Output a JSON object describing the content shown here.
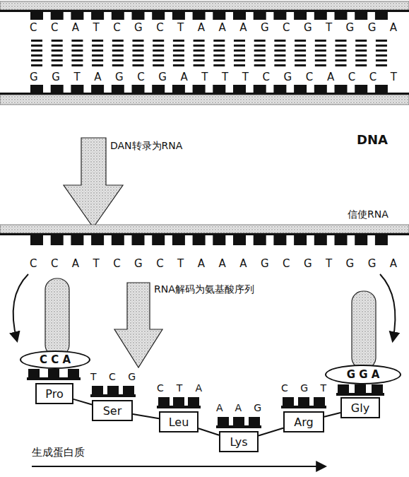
{
  "diagram": {
    "nodes": [
      {
        "text": [
          "C C A"
        ]
      },
      {
        "text": [
          "Pro"
        ]
      },
      {
        "text": [
          "Ser"
        ]
      },
      {
        "text": [
          "Leu"
        ]
      },
      {
        "text": [
          "Lys"
        ]
      },
      {
        "text": [
          "Arg"
        ]
      },
      {
        "text": [
          "G G A"
        ]
      },
      {
        "text": [
          "Gly"
        ]
      }
    ],
    "edges": [
      {
        "from": 1,
        "to": 2,
        "arrow": "none"
      },
      {
        "from": 2,
        "to": 3,
        "arrow": "none"
      },
      {
        "from": 3,
        "to": 4,
        "arrow": "none"
      },
      {
        "from": 4,
        "to": 5,
        "arrow": "none"
      },
      {
        "from": 5,
        "to": 7,
        "arrow": "none"
      }
    ],
    "labels": [
      "C C A T C G C T A A A G C G T G G A",
      "G G T A G C G A T T T C G C A C C T",
      "DNA",
      "DAN转录为RNA",
      "信使RNA",
      "C C A T C G C T A A A G C G T G G A",
      "RNA解码为氨基酸序列",
      "T C G",
      "C T A",
      "A A G",
      "C G T",
      "生成蛋白质"
    ]
  }
}
